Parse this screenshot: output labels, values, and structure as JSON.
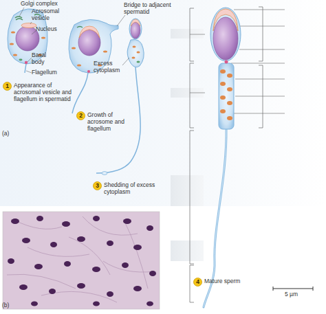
{
  "diagram": {
    "nodes": [
      {
        "text": [
          "1",
          "Appearance of acrosomal vesicle and flagellum in spermatid"
        ]
      },
      {
        "text": [
          "2",
          "Growth of acrosome and flagellum"
        ]
      },
      {
        "text": [
          "3",
          "Shedding of excess cytoplasm"
        ]
      },
      {
        "text": [
          "4",
          "Mature sperm"
        ]
      }
    ],
    "labels": [
      "Golgi complex",
      "Acrosomal vesicle",
      "Nucleus",
      "Basal body",
      "Flagellum",
      "Bridge to adjacent spermatid",
      "Excess cytoplasm",
      "(a)",
      "(b)",
      "5 µm"
    ]
  }
}
